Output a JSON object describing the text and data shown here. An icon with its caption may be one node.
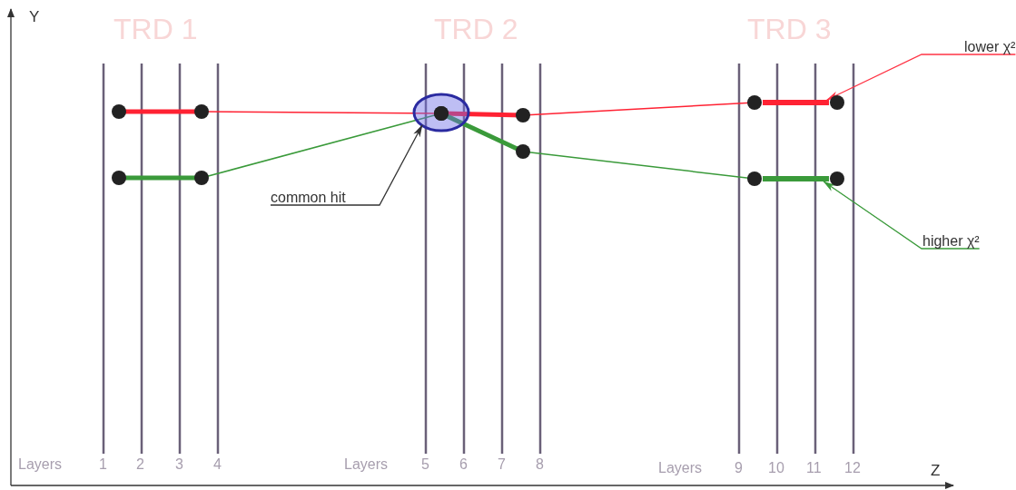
{
  "diagram": {
    "nodes": [
      {
        "text": [
          "lower χ²"
        ]
      },
      {
        "text": [],
        "shape": "ellipse"
      },
      {
        "text": [
          "common hit"
        ]
      },
      {
        "text": [
          "higher χ²"
        ]
      },
      {
        "text": [],
        "shape": "bar"
      },
      {
        "text": [],
        "shape": "bar"
      }
    ],
    "edges": [
      {
        "from": 0,
        "to": 4,
        "arrow": "to",
        "color": "#ff3344"
      },
      {
        "from": 2,
        "to": 1,
        "arrow": "to",
        "color": "#333333"
      },
      {
        "from": 3,
        "to": 5,
        "arrow": "to",
        "color": "#3a9a3a"
      }
    ],
    "labels": [
      "Y",
      "TRD 1",
      "TRD 2",
      "TRD 3",
      "Layers",
      "1",
      "2",
      "3",
      "4",
      "Layers",
      "5",
      "6",
      "7",
      "8",
      "Layers",
      "9",
      "10",
      "11",
      "12",
      "Z"
    ]
  }
}
